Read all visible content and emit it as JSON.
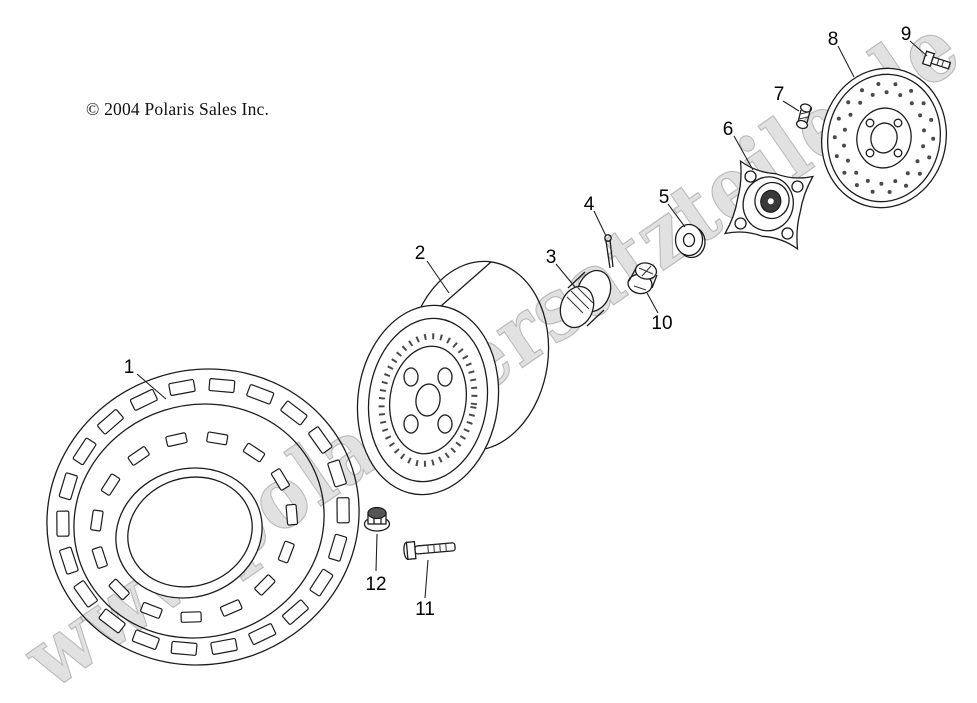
{
  "copyright": "© 2004 Polaris Sales Inc.",
  "watermark": "www.polarisersatzteile.de",
  "callouts": [
    "1",
    "2",
    "3",
    "4",
    "5",
    "6",
    "7",
    "8",
    "9",
    "10",
    "11",
    "12"
  ]
}
